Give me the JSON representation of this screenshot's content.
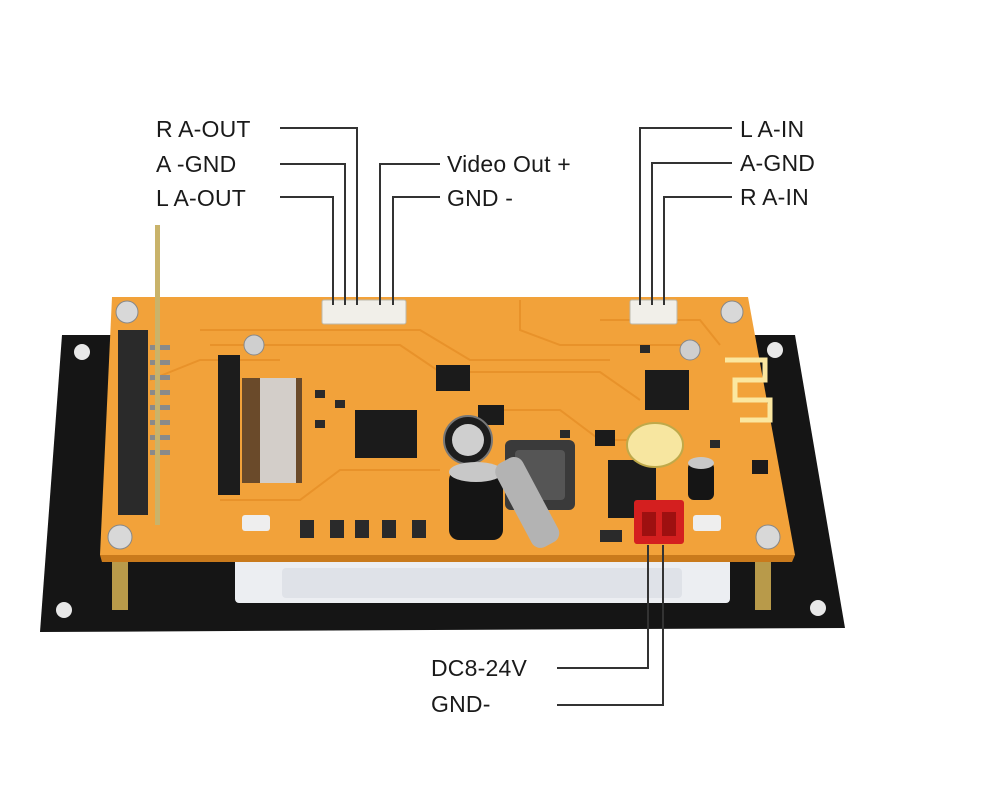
{
  "labels": {
    "r_a_out": "R A-OUT",
    "a_gnd_left": "A -GND",
    "l_a_out": "L A-OUT",
    "video_out": "Video Out +",
    "gnd_video": "GND -",
    "l_a_in": "L A-IN",
    "a_gnd_right": "A-GND",
    "r_a_in": "R A-IN",
    "dc_power": "DC8-24V",
    "gnd_power": "GND-"
  },
  "colors": {
    "board": "#f2a23a",
    "board_dark": "#d98620",
    "plate": "#161616",
    "leader_line": "#333333",
    "power_connector": "#d41f1f"
  }
}
